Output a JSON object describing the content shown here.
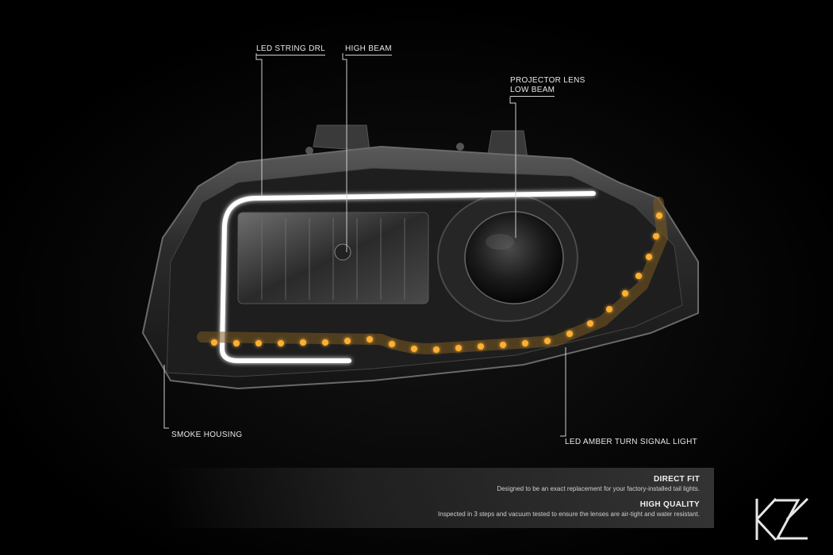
{
  "callouts": {
    "led_string_drl": "LED STRING DRL",
    "high_beam": "HIGH BEAM",
    "projector_lens": "PROJECTOR LENS",
    "low_beam": "LOW BEAM",
    "smoke_housing": "SMOKE HOUSING",
    "led_amber_turn_signal": "LED AMBER TURN SIGNAL LIGHT"
  },
  "features": [
    {
      "title": "DIRECT FIT",
      "description": "Designed to be an exact replacement for your factory-installed tail lights."
    },
    {
      "title": "HIGH QUALITY",
      "description": "Inspected in 3 steps and vacuum tested to ensure the lenses are air-tight and water resistant."
    }
  ],
  "colors": {
    "background": "#000000",
    "drl_glow": "#ffffff",
    "amber_led": "#ffb030",
    "housing_smoke": "#3a3a3a"
  },
  "logo": {
    "icon": "brand-monogram-icon"
  }
}
